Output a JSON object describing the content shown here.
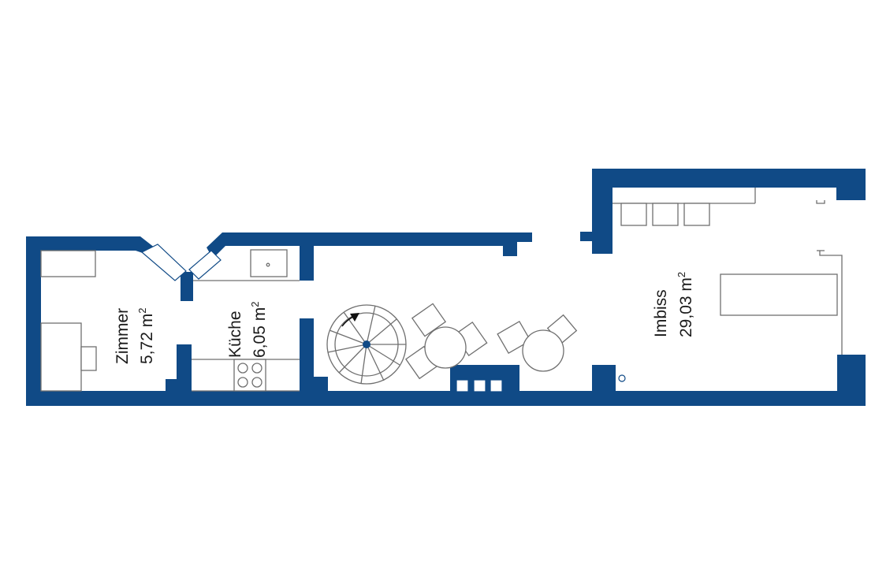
{
  "colors": {
    "wall": "#104a86",
    "furniture_line": "#6f6f6f",
    "background": "#ffffff"
  },
  "rooms": [
    {
      "name": "Zimmer",
      "area": "5,72 m",
      "area_unit_sup": "2"
    },
    {
      "name": "Küche",
      "area": "6,05 m",
      "area_unit_sup": "2"
    },
    {
      "name": "Imbiss",
      "area": "29,03 m",
      "area_unit_sup": "2"
    }
  ],
  "icons": [
    "spiral-staircase-icon",
    "direction-arrow-icon",
    "stove-icon",
    "sink-icon",
    "table-chairs-icon"
  ]
}
